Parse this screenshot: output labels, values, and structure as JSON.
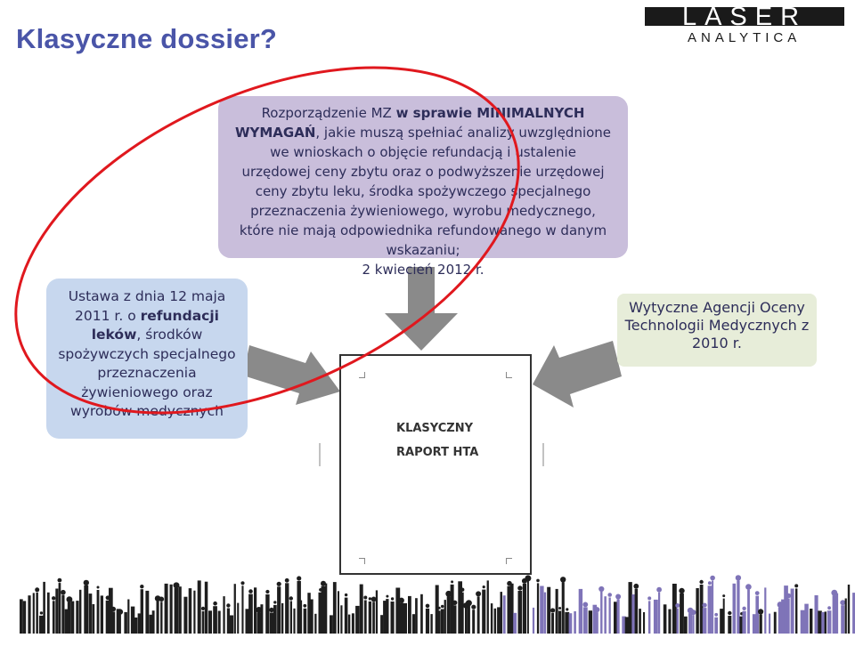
{
  "title": "Klasyczne dossier?",
  "logo": {
    "line1": "LASER",
    "line2": "ANALYTICA"
  },
  "top_box": {
    "line1_pre": "Rozporządzenie MZ ",
    "line1_bold": "w sprawie MINIMALNYCH",
    "line2_bold": "WYMAGAŃ",
    "line2_rest": ", jakie muszą spełniać analizy uwzględnione we wnioskach o objęcie refundacją i ustalenie urzędowej ceny zbytu oraz o podwyższenie urzędowej ceny zbytu leku, środka spożywczego specjalnego przeznaczenia żywieniowego, wyrobu medycznego, które nie mają odpowiednika refundowanego w danym wskazaniu;",
    "date": "2 kwiecień 2012 r."
  },
  "left_box": {
    "pre": "Ustawa z dnia 12 maja 2011 r. o ",
    "bold": "refundacji leków",
    "rest": ", środków spożywczych specjalnego przeznaczenia żywieniowego oraz wyrobów medycznych"
  },
  "right_box": {
    "text": "Wytyczne Agencji Oceny Technologii Medycznych z 2010 r."
  },
  "report": {
    "line1": "KLASYCZNY",
    "line2": "RAPORT HTA"
  },
  "colors": {
    "title": "#4a55a8",
    "top_box": "#c9bedb",
    "left_box": "#c7d7ee",
    "right_box": "#e7edd9",
    "ellipse": "#e0181e",
    "arrow": "#8a8a8a"
  }
}
